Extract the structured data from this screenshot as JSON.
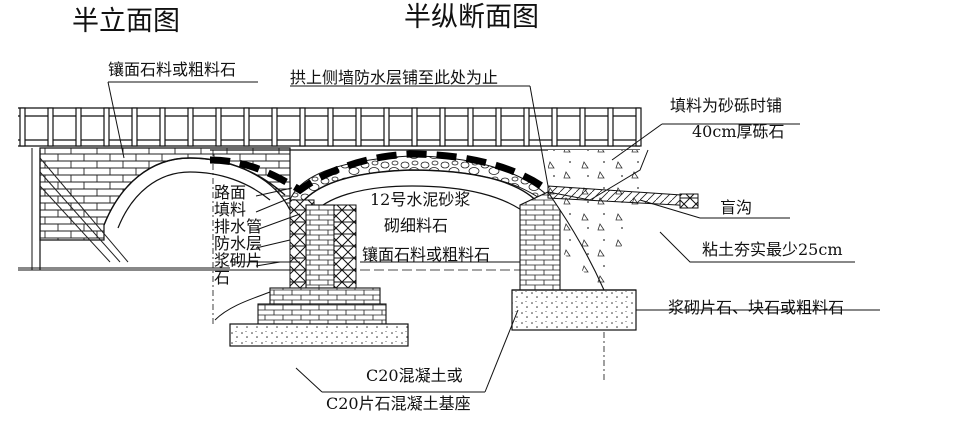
{
  "titles": {
    "half_elevation": "半立面图",
    "half_longitudinal_section": "半纵断面图"
  },
  "labels": {
    "ring_stone": "镶面石料或粗料石",
    "waterproof_note": "拱上侧墙防水层铺至此处为止",
    "fill_note_line1": "填料为砂砾时铺",
    "fill_note_line2": "40cm厚砾石",
    "mortar": "12号水泥砂浆",
    "fine_stone": "砌细料石",
    "ring_stone_2": "镶面石料或粗料石",
    "ditch": "盲沟",
    "clay": "粘土夯实最少25cm",
    "rubble": "浆砌片石、块石或粗料石",
    "base_line1": "C20混凝土或",
    "base_line2": "C20片石混凝土基座"
  },
  "layers": [
    "路面",
    "填料",
    "排水管",
    "防水层",
    "浆砌片石"
  ],
  "colors": {
    "line": "#111111",
    "waterproof": "#000000",
    "background": "#ffffff"
  }
}
